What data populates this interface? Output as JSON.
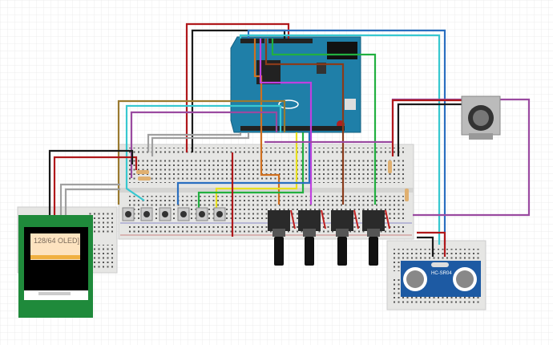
{
  "oled": {
    "label": "128/64 OLED]"
  },
  "sensor": {
    "label": "HC-SR04"
  },
  "colors": {
    "breadboard": "#e6e6e4",
    "arduino": "#1f7fa8",
    "oled_pcb": "#1f8a3b",
    "sensor_pcb": "#1d5aa3",
    "wire_red": "#b0181b",
    "wire_black": "#1a1a1a",
    "wire_blue": "#2a6fc0",
    "wire_cyan": "#38c8d0",
    "wire_green": "#22b040",
    "wire_magenta": "#c040e0",
    "wire_brown": "#8a3b1a",
    "wire_orange": "#d07020",
    "wire_purple": "#9a4aa0",
    "wire_yellow": "#e8e020",
    "wire_olive": "#9a7a30",
    "wire_gray": "#a0a0a0"
  },
  "components": {
    "buttons": 6,
    "potentiometers": 4,
    "resistors": 4
  }
}
